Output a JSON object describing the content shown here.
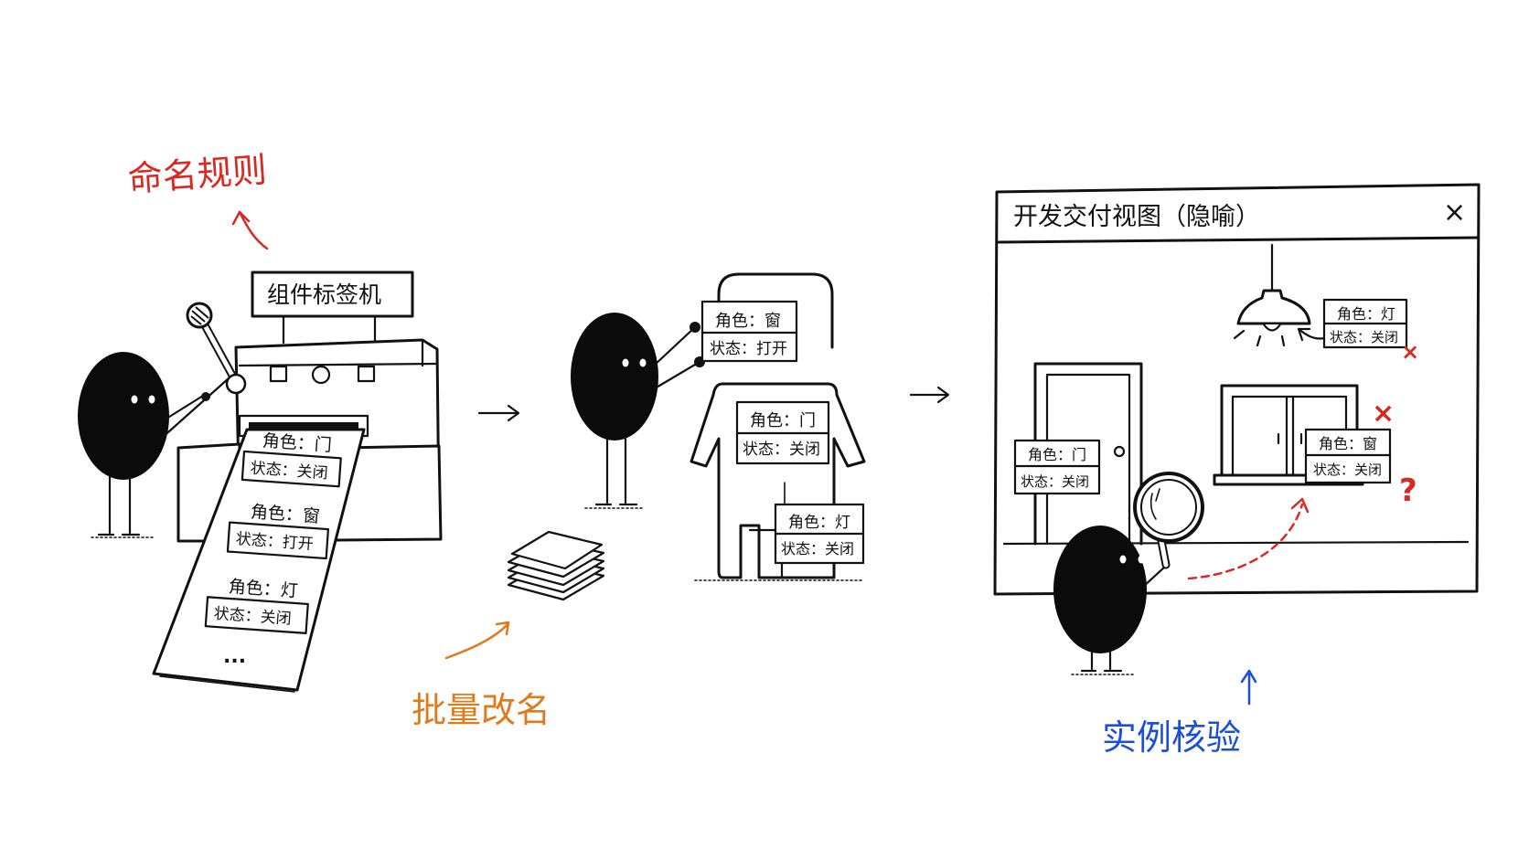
{
  "captions": {
    "naming_rules": "命名规则",
    "batch_rename": "批量改名",
    "instance_check": "实例核验"
  },
  "machine": {
    "sign": "组件标签机"
  },
  "tag_role_prefix": "角色",
  "tag_state_prefix": "状态",
  "paper_tags": [
    {
      "role": "角色：门",
      "state": "状态：关闭"
    },
    {
      "role": "角色：窗",
      "state": "状态：打开"
    },
    {
      "role": "角色：灯",
      "state": "状态：关闭"
    }
  ],
  "paper_ellipsis": "...",
  "middle_tags": [
    {
      "role": "角色：窗",
      "state": "状态：打开"
    },
    {
      "role": "角色：门",
      "state": "状态：关闭"
    },
    {
      "role": "角色：灯",
      "state": "状态：关闭"
    }
  ],
  "window_panel": {
    "title": "开发交付视图（隐喻）",
    "close_symbol": "×",
    "lamp_tag": {
      "role": "角色：灯",
      "state": "状态：关闭"
    },
    "door_tag": {
      "role": "角色：门",
      "state": "状态：关闭"
    },
    "window_tag": {
      "role": "角色：窗",
      "state": "状态：关闭"
    },
    "x_mark": "×",
    "question_mark": "?"
  },
  "colors": {
    "red": "#d62a22",
    "orange": "#e07a1a",
    "blue": "#1a4fd6",
    "ink": "#111111"
  }
}
